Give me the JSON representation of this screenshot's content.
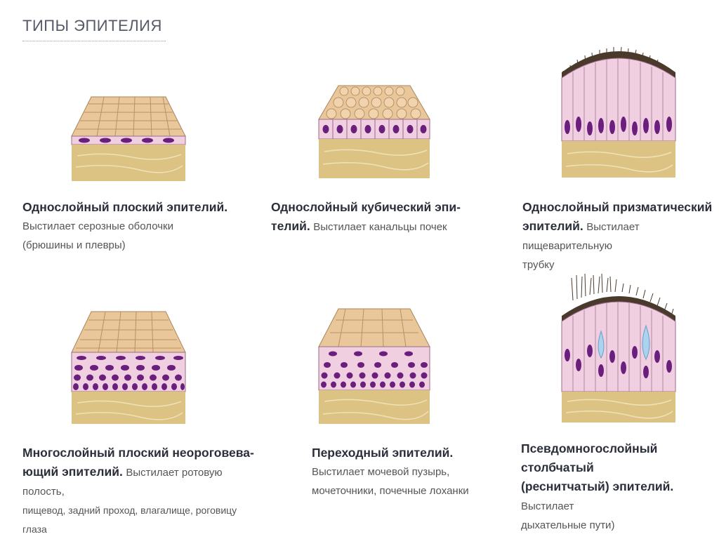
{
  "page": {
    "title": "ТИПЫ ЭПИТЕЛИЯ"
  },
  "colors": {
    "cell_top": "#eac79b",
    "cell_side": "#efcfe0",
    "nucleus": "#6a1f7d",
    "tissue": "#ddc383",
    "cilia": "#4a3a2c",
    "goblet": "#a9d3ef"
  },
  "items": [
    {
      "id": "simple-squamous",
      "name": "Однослойный плоский эпителий.",
      "lines": [
        "Выстилает серозные оболочки",
        "(брюшины и плевры)"
      ]
    },
    {
      "id": "simple-cuboidal",
      "name_lines": [
        "Однослойный кубический эпи-",
        "телий."
      ],
      "desc_inline": "Выстилает канальцы почек"
    },
    {
      "id": "simple-columnar",
      "name_lines": [
        "Однослойный призматический",
        "эпителий."
      ],
      "desc_inline": "Выстилает пищеварительную",
      "desc_next": "трубку"
    },
    {
      "id": "stratified-squamous",
      "name_lines": [
        "Многослойный плоский неороговева-",
        "ющий эпителий."
      ],
      "desc_inline": "Выстилает ротовую полость,",
      "desc_next": "пищевод, задний проход, влагалище, роговицу глаза"
    },
    {
      "id": "transitional",
      "name": "Переходный эпителий.",
      "lines": [
        "Выстилает мочевой пузырь,",
        "мочеточники, почечные лоханки"
      ]
    },
    {
      "id": "pseudostratified",
      "name_lines": [
        "Псевдомногослойный столбчатый",
        "(реснитчатый) эпителий."
      ],
      "desc_inline": "Выстилает",
      "desc_next": "дыхательные пути)"
    }
  ]
}
